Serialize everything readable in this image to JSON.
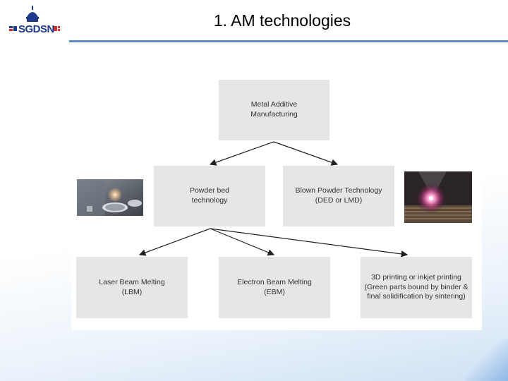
{
  "header": {
    "logo_text": "SGDSN",
    "title": "1. AM technologies"
  },
  "diagram": {
    "root": "Metal Additive\nManufacturing",
    "level2": [
      "Powder bed\ntechnology",
      "Blown Powder Technology\n(DED or LMD)"
    ],
    "level3": [
      "Laser Beam Melting\n(LBM)",
      "Electron Beam Melting\n(EBM)",
      "3D printing or inkjet printing\n(Green parts bound by binder &\nfinal solidification by sintering)"
    ]
  },
  "colors": {
    "accent_rule": "#5b8cc8",
    "box_fill": "#e6e6e6",
    "logo_blue": "#1f3a8a",
    "logo_red": "#d32f2f"
  }
}
